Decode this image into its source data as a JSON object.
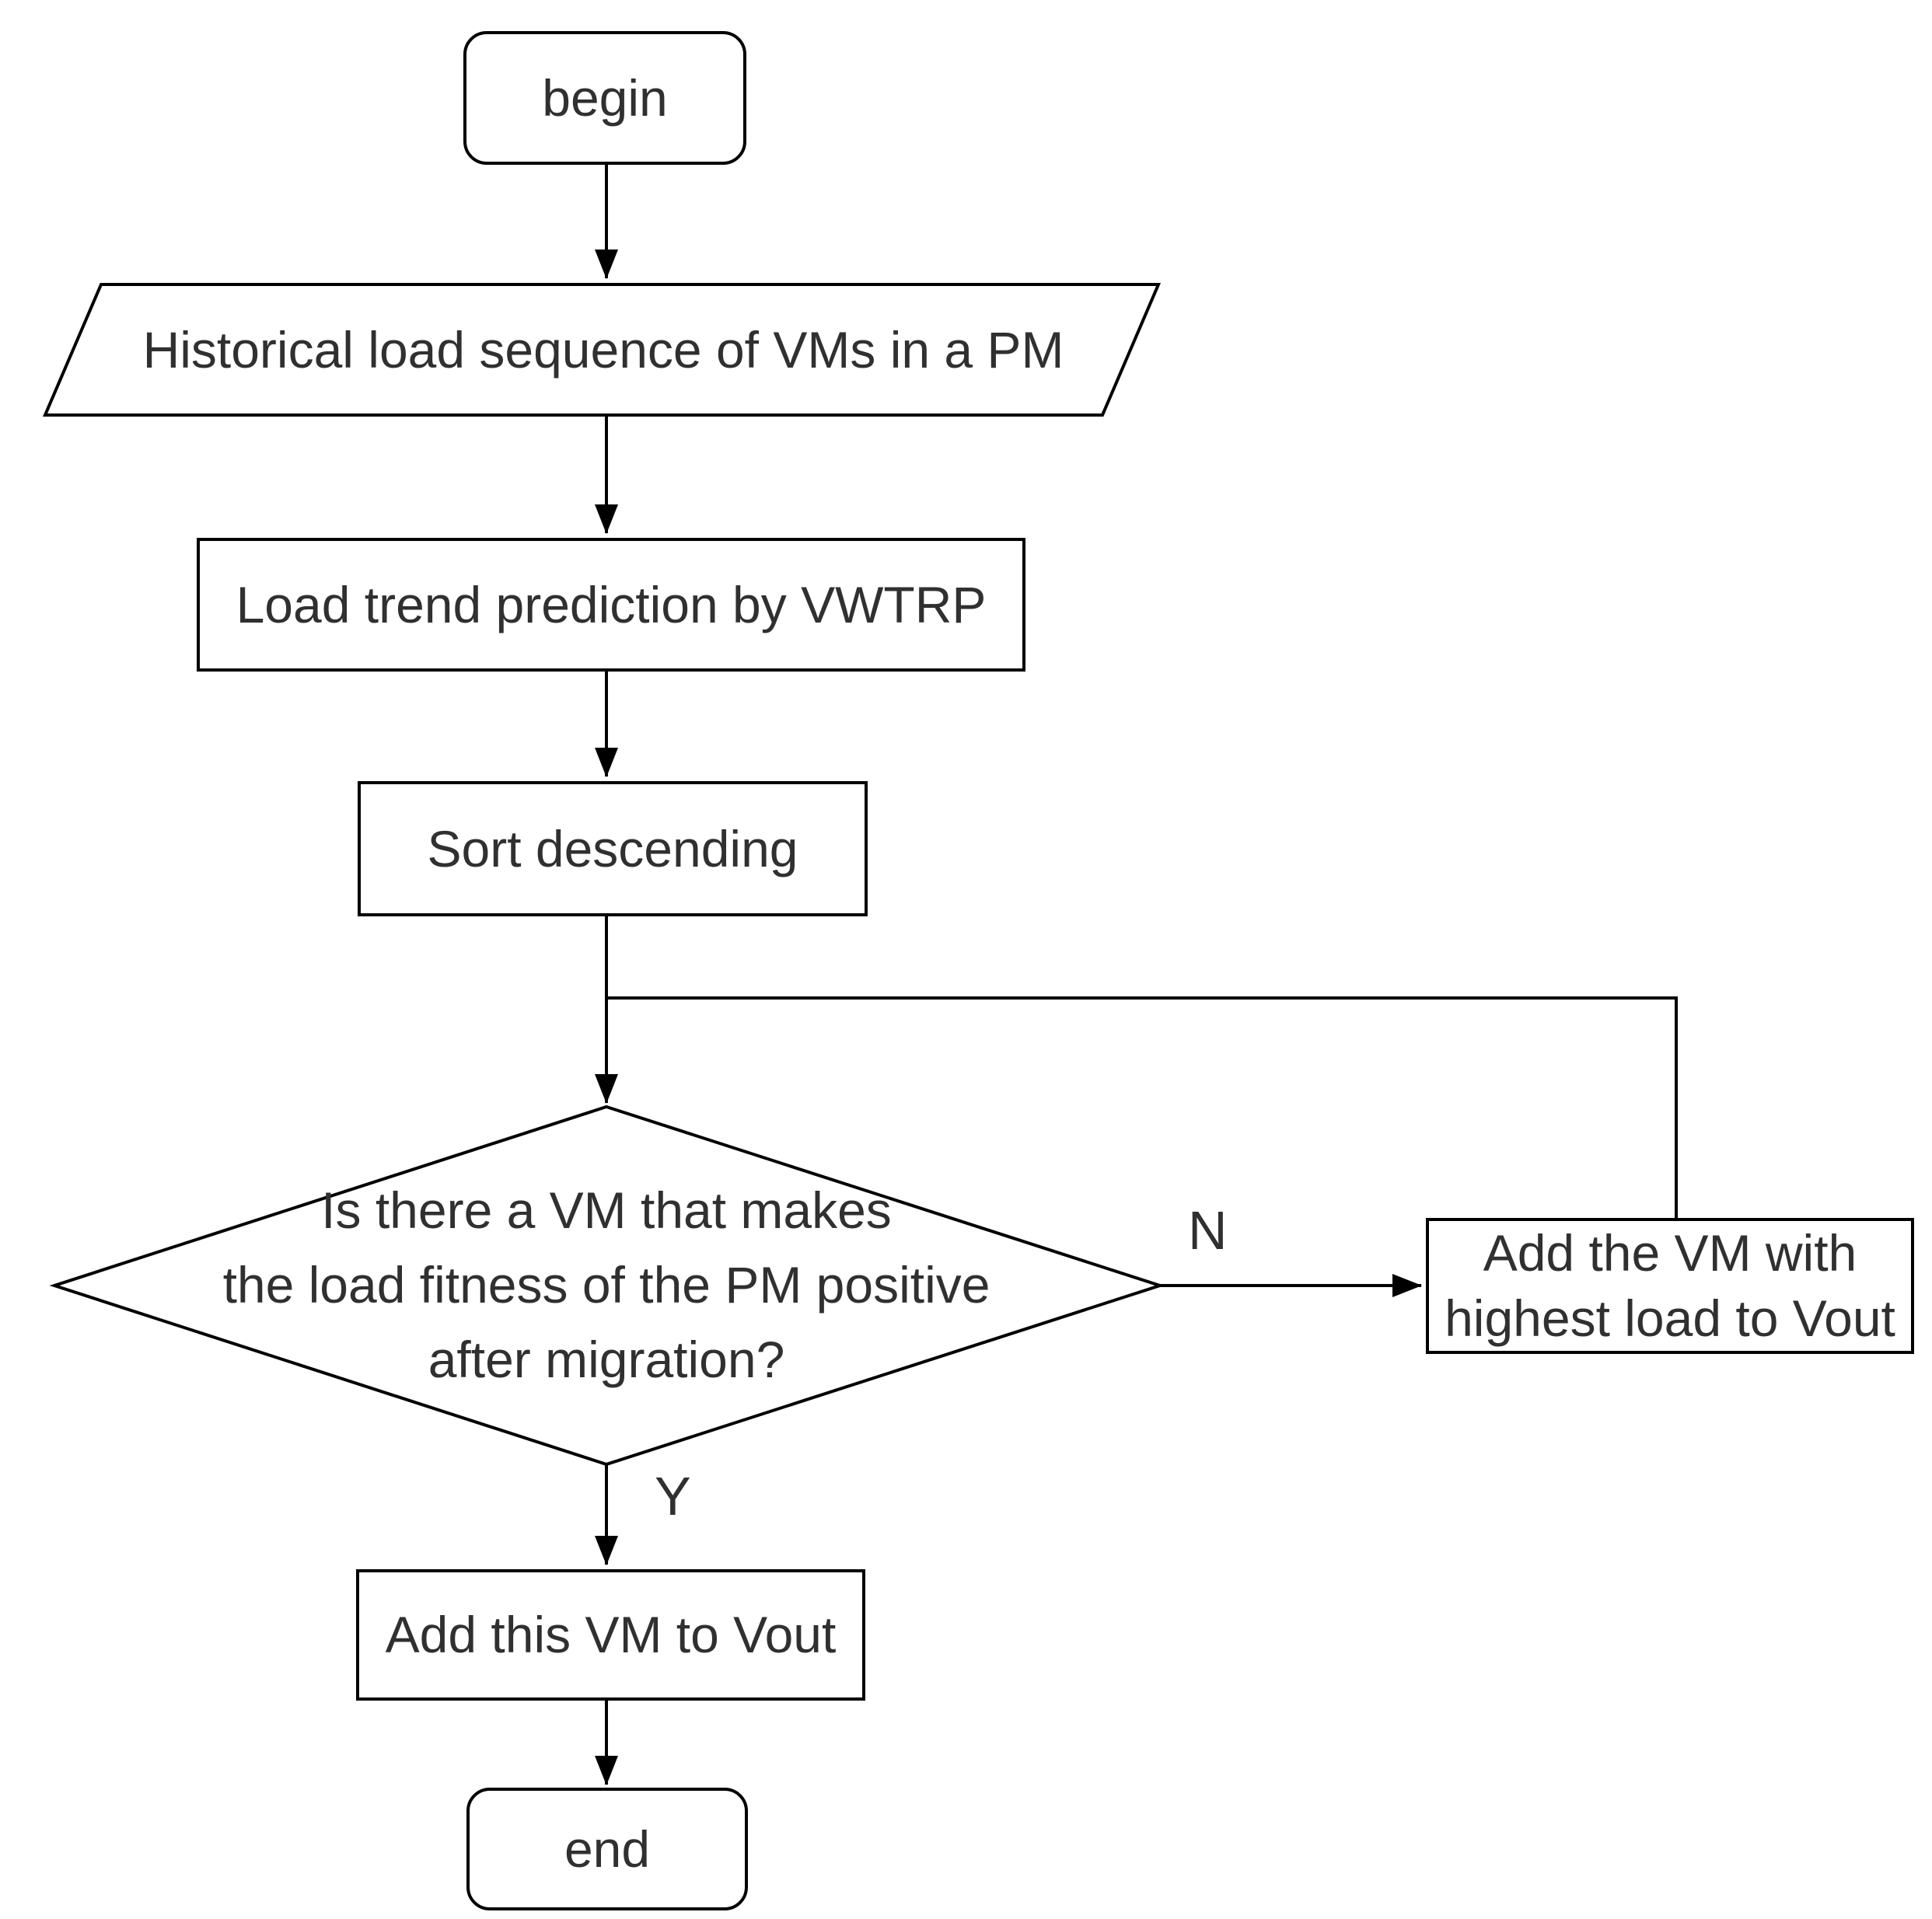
{
  "meta": {
    "background_color": "#ffffff",
    "stroke_color": "#000000",
    "text_color": "#303030"
  },
  "nodes": {
    "begin": {
      "type": "terminator",
      "label": "begin"
    },
    "input": {
      "type": "parallelogram",
      "label": "Historical load sequence of VMs in a PM"
    },
    "predict": {
      "type": "process",
      "label": "Load trend prediction by VWTRP"
    },
    "sort": {
      "type": "process",
      "label": "Sort descending"
    },
    "decision": {
      "type": "decision",
      "label": "Is there a VM that makes\nthe load fitness of the PM positive\nafter migration?"
    },
    "add_highest": {
      "type": "process",
      "label": "Add the VM with\nhighest load to Vout"
    },
    "add_this": {
      "type": "process",
      "label": "Add this VM to Vout"
    },
    "end": {
      "type": "terminator",
      "label": "end"
    }
  },
  "edges": {
    "no_label": "N",
    "yes_label": "Y"
  }
}
